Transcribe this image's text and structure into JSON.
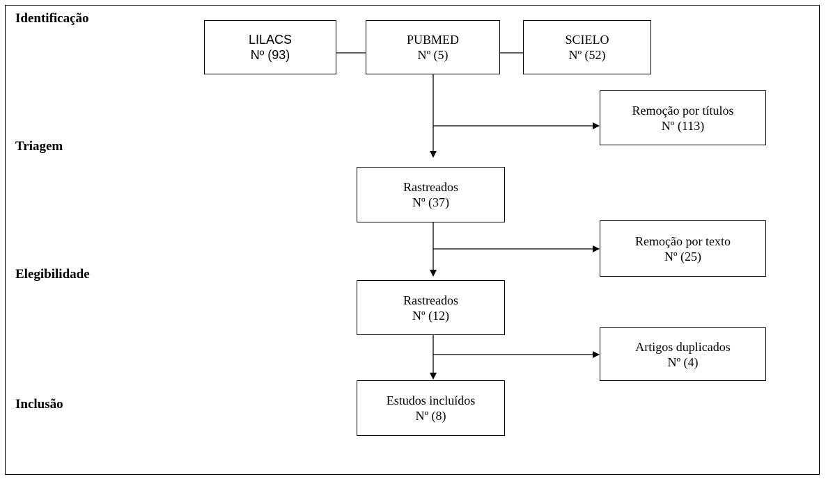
{
  "stages": {
    "identificacao": "Identificação",
    "triagem": "Triagem",
    "elegibilidade": "Elegibilidade",
    "inclusao": "Inclusão"
  },
  "sources": {
    "lilacs": {
      "name": "LILACS",
      "count": "Nº (93)"
    },
    "pubmed": {
      "name": "PUBMED",
      "count": "Nº (5)"
    },
    "scielo": {
      "name": "SCIELO",
      "count": "Nº (52)"
    }
  },
  "removals": {
    "titulos": {
      "label": "Remoção por títulos",
      "count": "Nº (113)"
    },
    "texto": {
      "label": "Remoção por texto",
      "count": "Nº (25)"
    },
    "duplicados": {
      "label": "Artigos duplicados",
      "count": "Nº (4)"
    }
  },
  "flow": {
    "rastreados_1": {
      "label": "Rastreados",
      "count": "Nº (37)"
    },
    "rastreados_2": {
      "label": "Rastreados",
      "count": "Nº (12)"
    },
    "incluidos": {
      "label": "Estudos incluídos",
      "count": "Nº (8)"
    }
  }
}
